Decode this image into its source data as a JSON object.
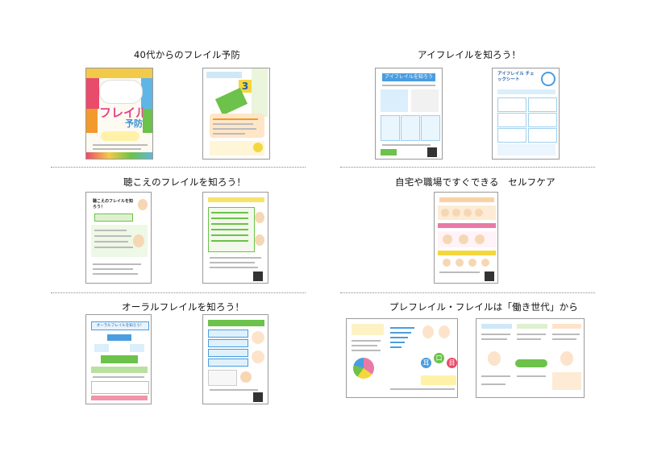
{
  "sections": [
    {
      "id": "s1",
      "title": "40代からのフレイル予防"
    },
    {
      "id": "s2",
      "title": "アイフレイルを知ろう！"
    },
    {
      "id": "s3",
      "title": "聴こえのフレイルを知ろう！"
    },
    {
      "id": "s4",
      "title": "自宅や職場ですぐできる　セルフケア"
    },
    {
      "id": "s5",
      "title": "オーラルフレイルを知ろう！"
    },
    {
      "id": "s6",
      "title": "プレフレイル・フレイルは「働き世代」から"
    }
  ],
  "thumb_text": {
    "frail_main": "フレイル",
    "frail_sub": "予防",
    "ai_frail_title": "アイフレイルを知ろう",
    "ai_check": "アイフレイル チェックシート",
    "kikoe_title": "聴こえのフレイルを知ろう！",
    "oral_title": "オーラルフレイルを知ろう！",
    "number_3": "3",
    "kanji_1": "耳",
    "kanji_2": "口",
    "kanji_3": "目"
  },
  "colors": {
    "accent_orange": "#f29a2e",
    "accent_green": "#6cc24a",
    "accent_blue": "#3f8fd6",
    "accent_pink": "#e97aa6",
    "accent_yellow": "#f5d63c"
  }
}
